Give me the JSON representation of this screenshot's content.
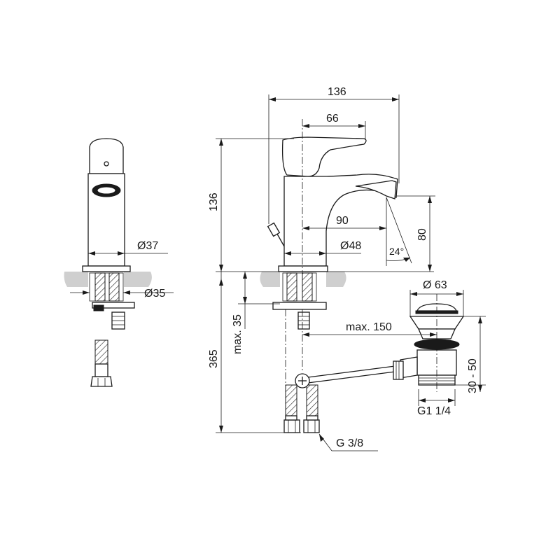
{
  "dimensions": {
    "total_depth": "136",
    "lever_offset": "66",
    "total_height": "136",
    "spout_reach": "90",
    "spout_height": "80",
    "spout_angle": "24°",
    "body_diameter_front": "Ø37",
    "body_diameter_side": "Ø48",
    "hole_diameter": "Ø35",
    "max_counter_thickness": "max. 35",
    "hose_length": "365",
    "max_waste_distance": "max. 150",
    "waste_diameter": "Ø 63",
    "waste_adjust_range": "30 - 50",
    "waste_thread": "G1 1/4",
    "supply_thread": "G 3/8"
  },
  "colors": {
    "line": "#1a1a1a",
    "counter": "#cfcfcf",
    "background": "#ffffff"
  }
}
